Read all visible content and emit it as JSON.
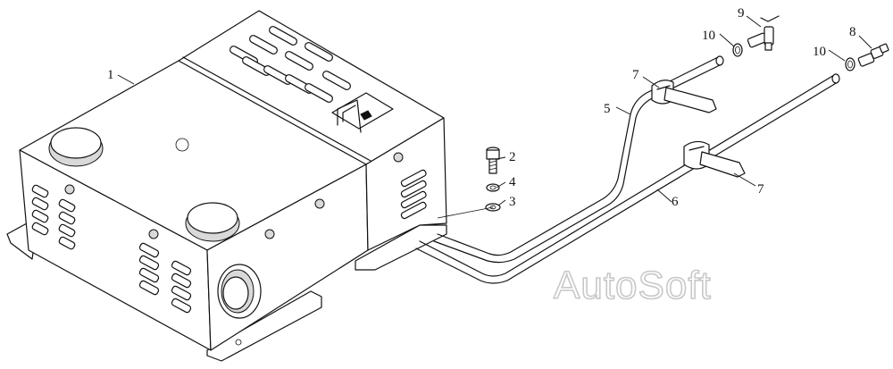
{
  "watermark": "AutoSoft",
  "callouts": [
    {
      "id": "c1",
      "label": "1",
      "part": "heater unit"
    },
    {
      "id": "c2",
      "label": "2",
      "part": "bolt"
    },
    {
      "id": "c3",
      "label": "3",
      "part": "washer"
    },
    {
      "id": "c4",
      "label": "4",
      "part": "nut"
    },
    {
      "id": "c5",
      "label": "5",
      "part": "pipe"
    },
    {
      "id": "c6",
      "label": "6",
      "part": "pipe"
    },
    {
      "id": "c7a",
      "label": "7",
      "part": "clamp"
    },
    {
      "id": "c7b",
      "label": "7",
      "part": "clamp"
    },
    {
      "id": "c8",
      "label": "8",
      "part": "fitting"
    },
    {
      "id": "c9",
      "label": "9",
      "part": "valve"
    },
    {
      "id": "c10a",
      "label": "10",
      "part": "hose clamp"
    },
    {
      "id": "c10b",
      "label": "10",
      "part": "hose clamp"
    }
  ]
}
